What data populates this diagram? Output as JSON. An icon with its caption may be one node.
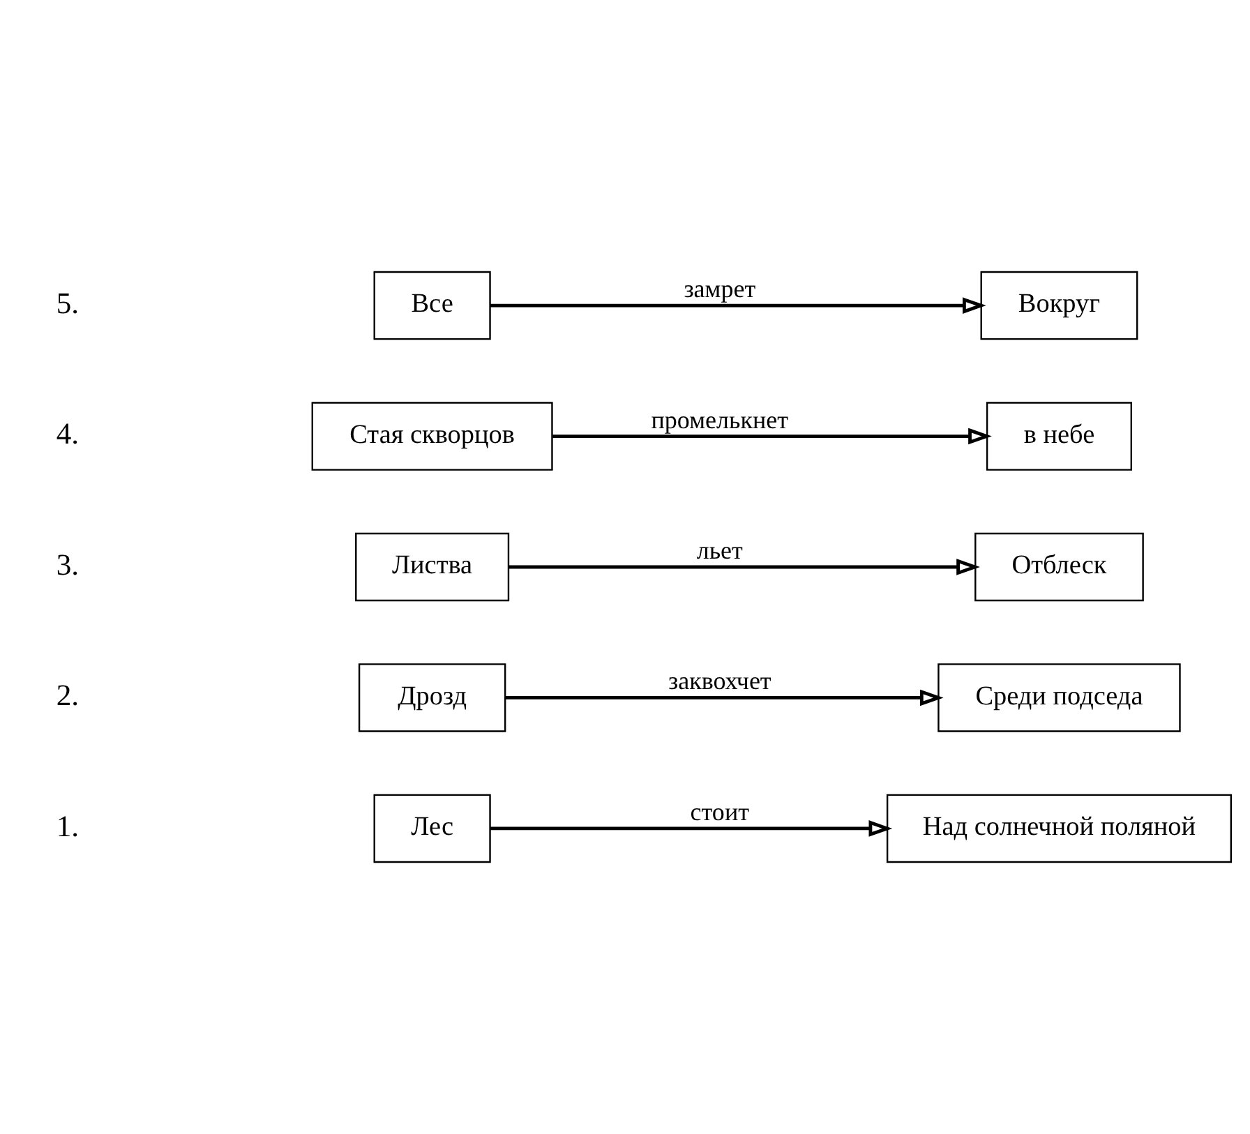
{
  "diagram": {
    "nodes": [
      {
        "text": [
          "Лес"
        ]
      },
      {
        "text": [
          "Над солнечной поляной"
        ]
      },
      {
        "text": [
          "Дрозд"
        ]
      },
      {
        "text": [
          "Среди подседа"
        ]
      },
      {
        "text": [
          "Листва"
        ]
      },
      {
        "text": [
          "Отблеск"
        ]
      },
      {
        "text": [
          "Стая скворцов"
        ]
      },
      {
        "text": [
          "в небе"
        ]
      },
      {
        "text": [
          "Все"
        ]
      },
      {
        "text": [
          "Вокруг"
        ]
      }
    ],
    "edges": [
      {
        "from": 0,
        "to": 1,
        "arrow": "to",
        "label": "стоит"
      },
      {
        "from": 2,
        "to": 3,
        "arrow": "to",
        "label": "заквохчет"
      },
      {
        "from": 4,
        "to": 5,
        "arrow": "to",
        "label": "льет"
      },
      {
        "from": 6,
        "to": 7,
        "arrow": "to",
        "label": "промелькнет"
      },
      {
        "from": 8,
        "to": 9,
        "arrow": "to",
        "label": "замрет"
      }
    ],
    "labels": [
      "1.",
      "2.",
      "3.",
      "4.",
      "5."
    ]
  }
}
